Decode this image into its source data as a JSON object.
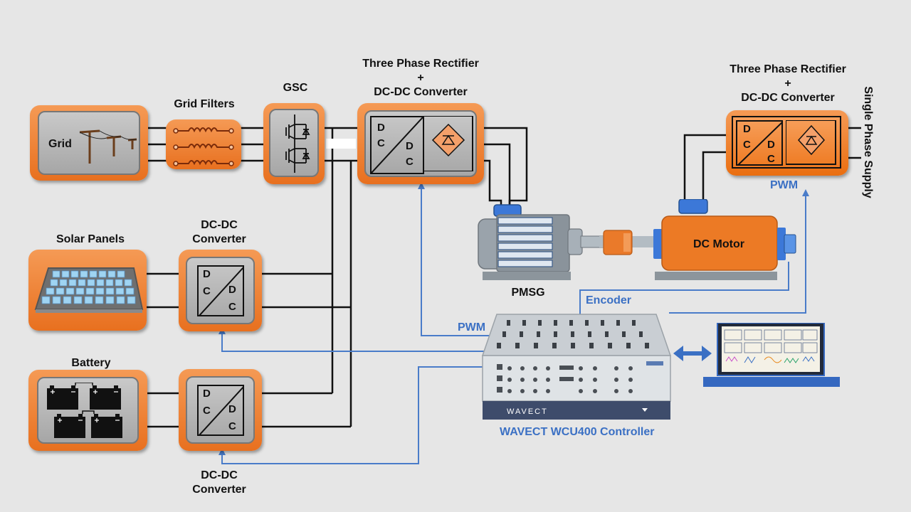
{
  "labels": {
    "grid": "Grid",
    "grid_filters": "Grid Filters",
    "gsc": "GSC",
    "rectifier_top_line1": "Three Phase Rectifier",
    "rectifier_top_line2": "+",
    "rectifier_top_line3": "DC-DC Converter",
    "rectifier_right_line1": "Three Phase Rectifier",
    "rectifier_right_line2": "+",
    "rectifier_right_line3": "DC-DC Converter",
    "single_phase_supply": "Single Phase Supply",
    "solar_panels": "Solar Panels",
    "dcdc_solar_line1": "DC-DC",
    "dcdc_solar_line2": "Converter",
    "battery": "Battery",
    "dcdc_battery_line1": "DC-DC",
    "dcdc_battery_line2": "Converter",
    "pmsg": "PMSG",
    "dc_motor": "DC Motor",
    "controller": "WAVECT WCU400 Controller",
    "controller_brand": "WAVECT",
    "pwm_center": "PWM",
    "pwm_right": "PWM",
    "encoder": "Encoder",
    "dc_letter": "D",
    "c_letter": "C"
  },
  "colors": {
    "orange": "#e8701f",
    "signal_blue": "#4a7cc9",
    "wire": "#111111"
  }
}
